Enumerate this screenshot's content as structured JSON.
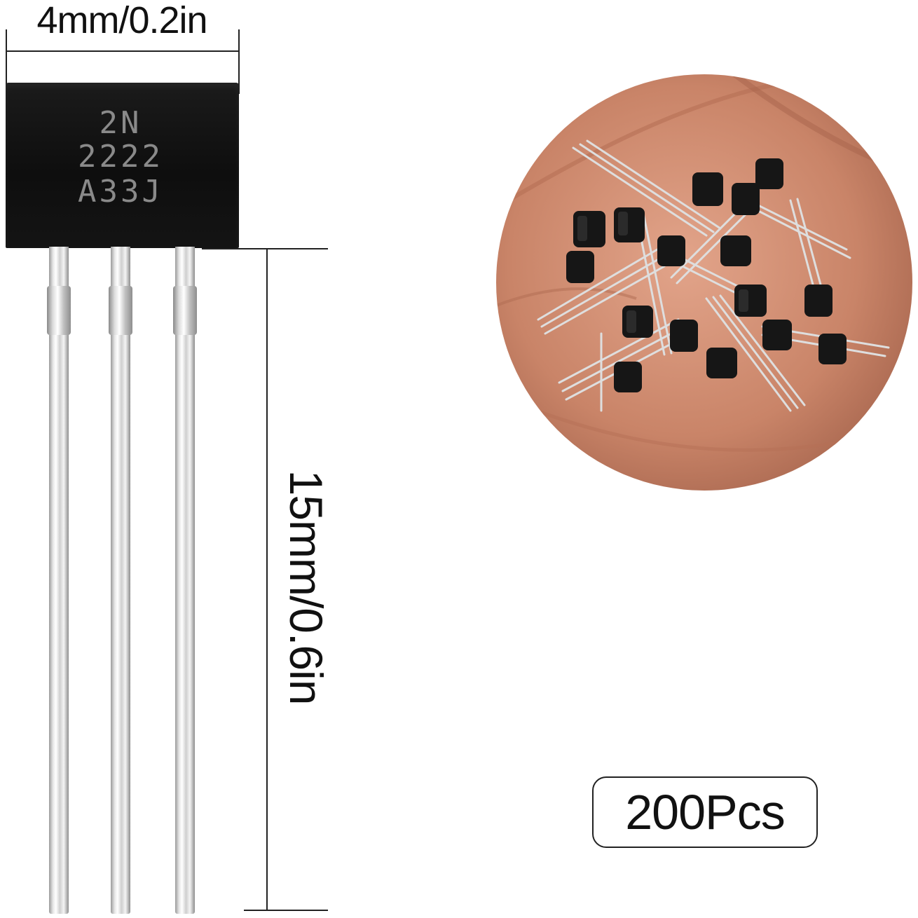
{
  "dimensions": {
    "width_label": "4mm/0.2in",
    "height_label": "15mm/0.6in"
  },
  "component": {
    "marking_lines": [
      "2N",
      "2222",
      "A33J"
    ],
    "lead_count": 3
  },
  "photo": {
    "subject": "Handful of transistors in an open palm"
  },
  "quantity": {
    "label": "200Pcs"
  }
}
